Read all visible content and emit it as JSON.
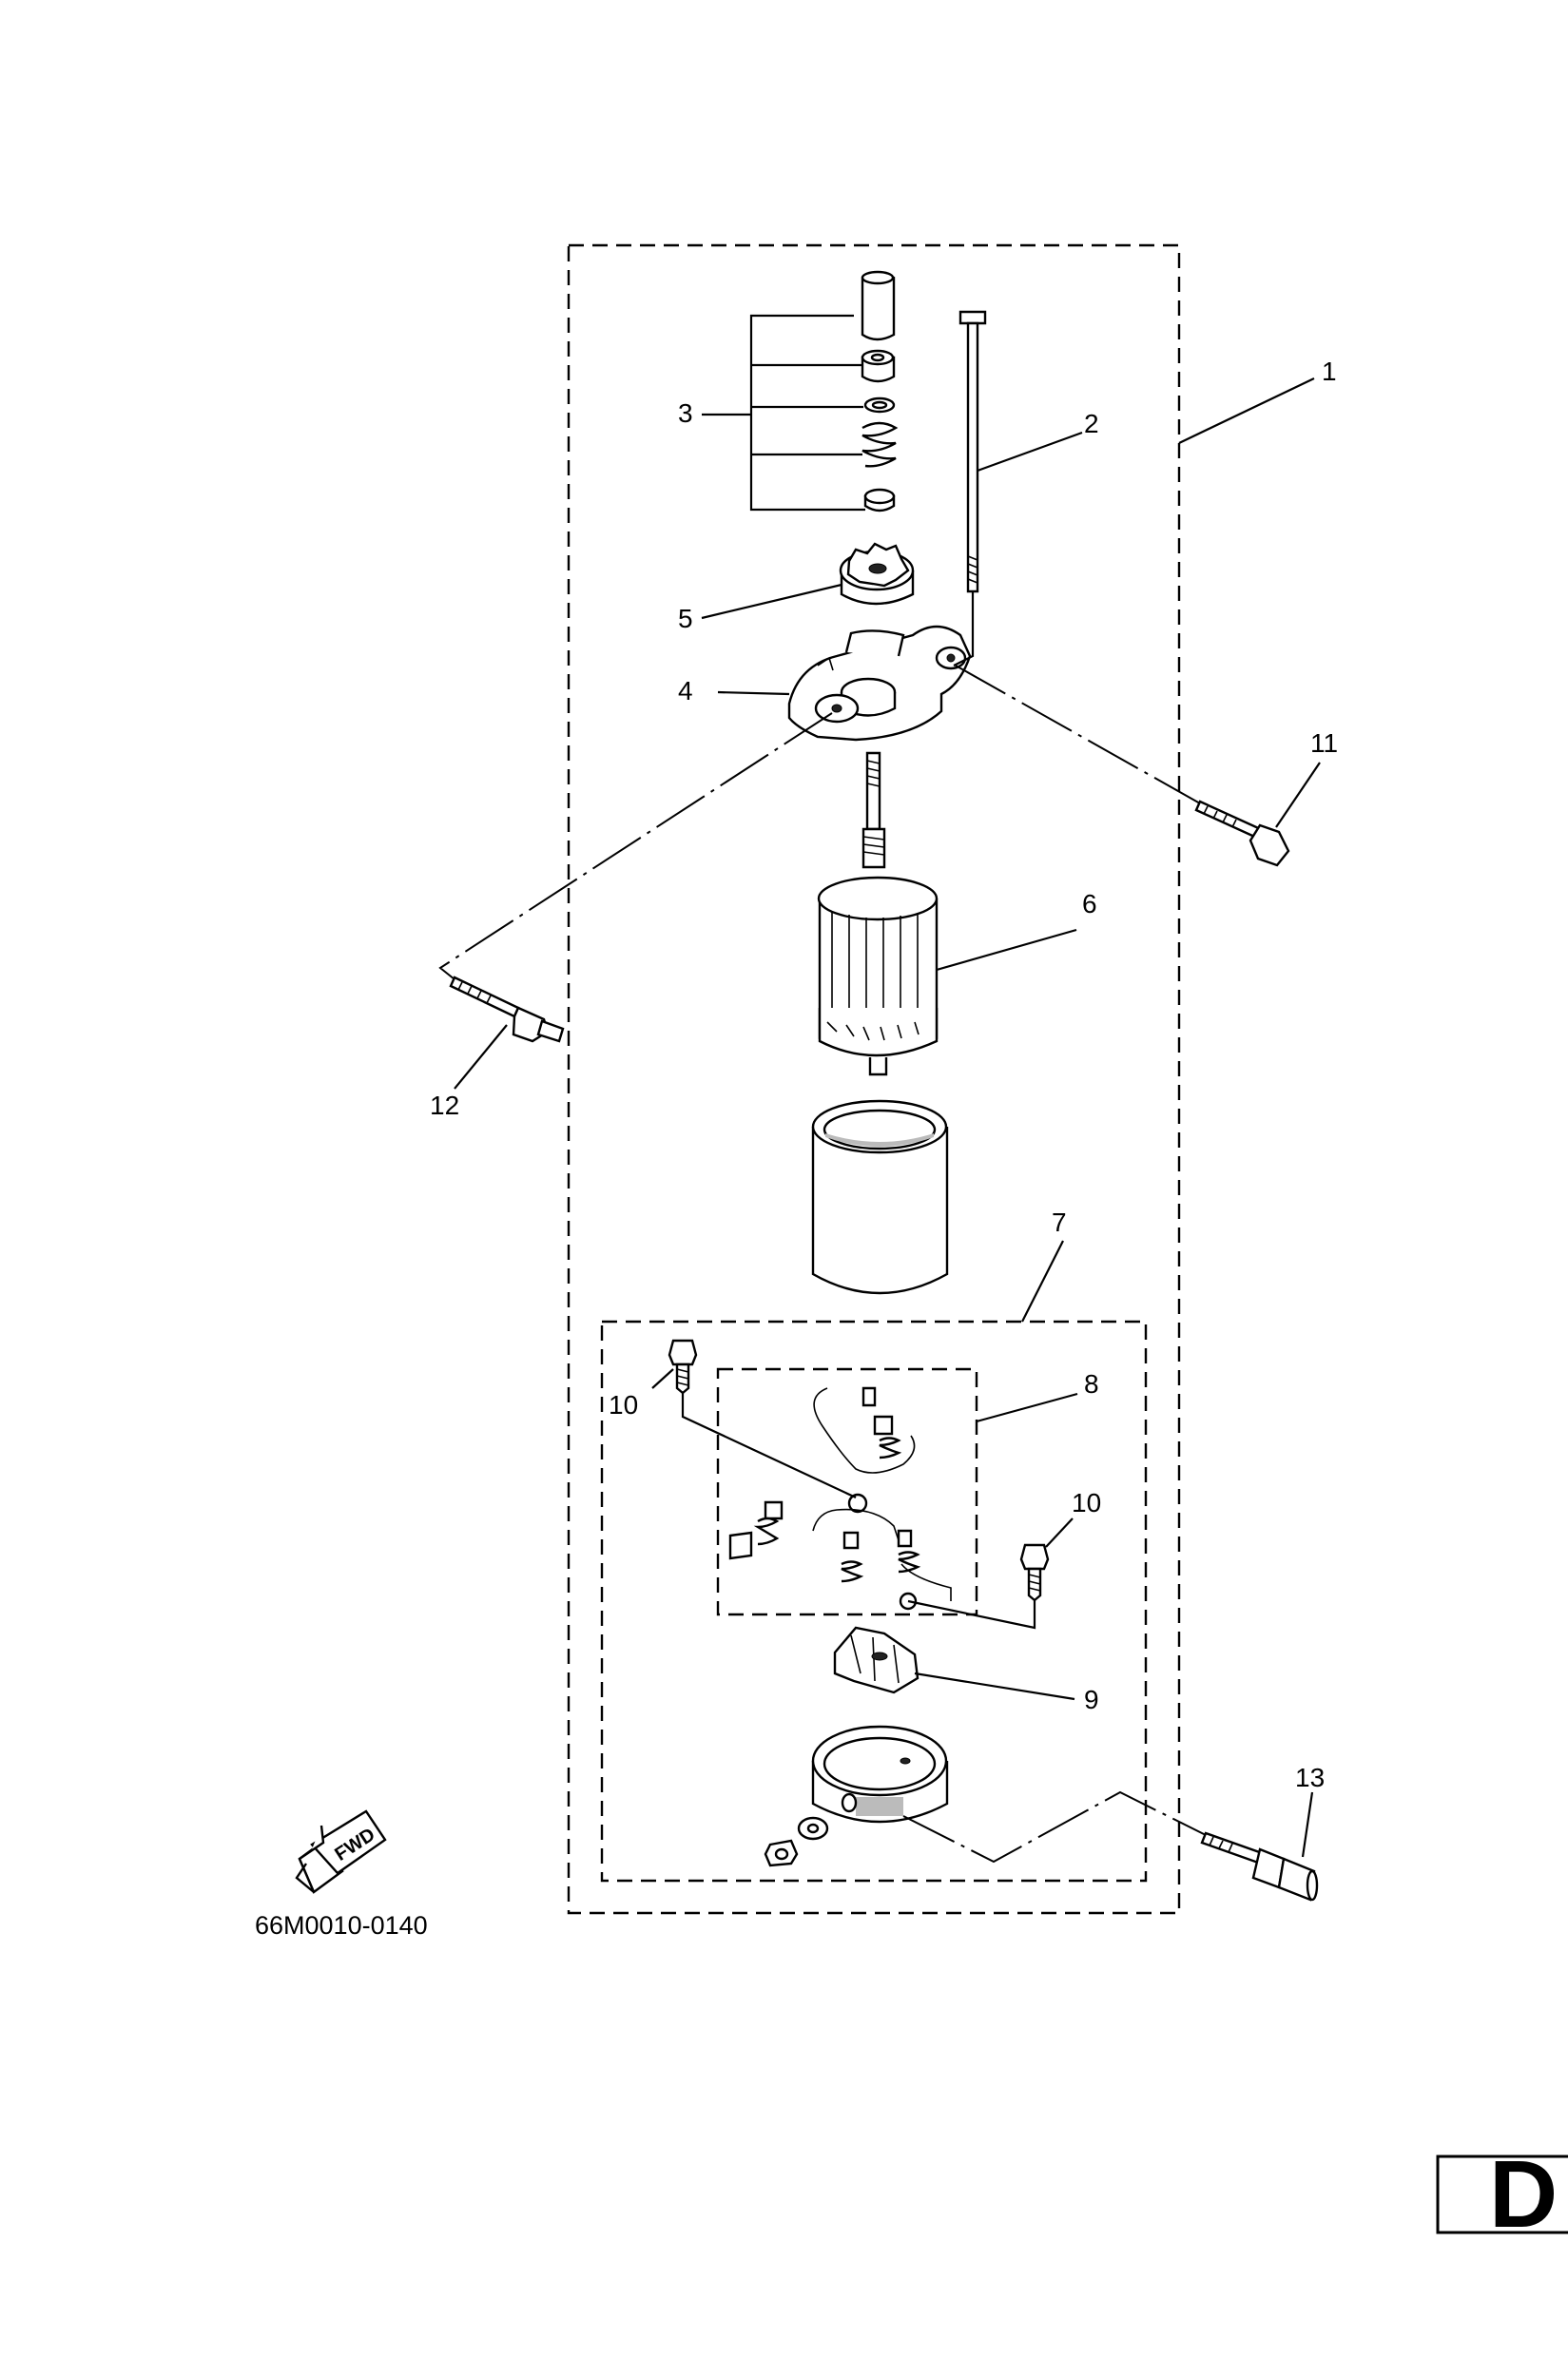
{
  "callouts": {
    "c1": "1",
    "c2": "2",
    "c3": "3",
    "c4": "4",
    "c5": "5",
    "c6": "6",
    "c7": "7",
    "c8": "8",
    "c9": "9",
    "c10a": "10",
    "c10b": "10",
    "c11": "11",
    "c12": "12",
    "c13": "13"
  },
  "fwd_label": "FWD",
  "part_code": "66M0010-0140",
  "section_letter": "D"
}
